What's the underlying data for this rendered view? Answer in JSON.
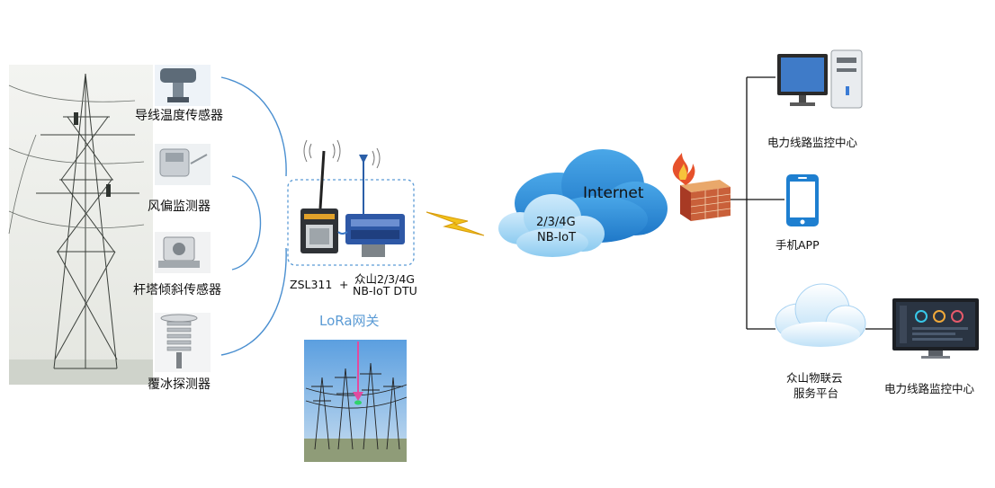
{
  "sensors": {
    "conductor_temp": "导线温度传感器",
    "wind_deviation": "风偏监测器",
    "tower_tilt": "杆塔倾斜传感器",
    "icing": "覆冰探测器"
  },
  "gateway": {
    "model": "ZSL311",
    "plus": "+",
    "dtu_line1": "众山2/3/4G",
    "dtu_line2": "NB-IoT DTU",
    "lora_label": "LoRa网关"
  },
  "network": {
    "internet": "Internet",
    "cellular_line1": "2/3/4G",
    "cellular_line2": "NB-IoT"
  },
  "endpoints": {
    "monitor_center": "电力线路监控中心",
    "mobile_app": "手机APP",
    "cloud_line1": "众山物联云",
    "cloud_line2": "服务平台",
    "cloud_monitor_center": "电力线路监控中心"
  },
  "colors": {
    "connector": "#4a8fd0",
    "gateway_border": "#5b9bd5",
    "cloud": "#2f8fd8",
    "cloud_light": "#a8d8f5",
    "lora_text": "#5b9bd5",
    "lightning": "#f2c21b",
    "firewall": "#c0392b"
  }
}
